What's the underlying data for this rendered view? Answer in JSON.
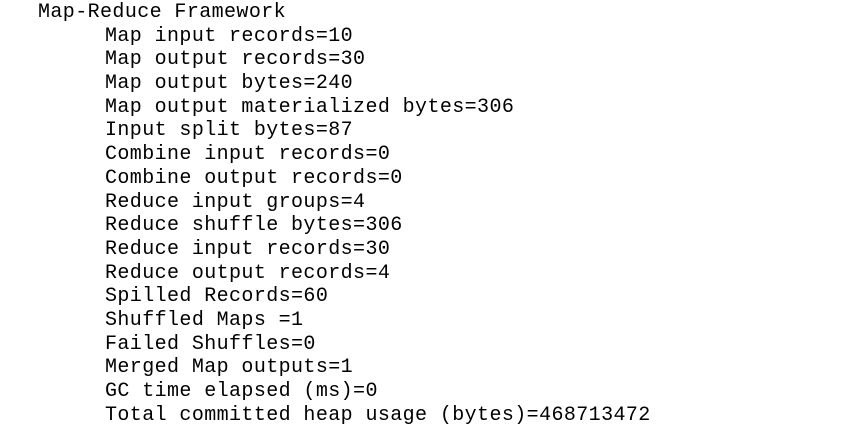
{
  "colors": {
    "background": "#ffffff",
    "text": "#000000"
  },
  "terminal": {
    "group_title": "Map-Reduce Framework",
    "counter_lines": [
      "Map input records=10",
      "Map output records=30",
      "Map output bytes=240",
      "Map output materialized bytes=306",
      "Input split bytes=87",
      "Combine input records=0",
      "Combine output records=0",
      "Reduce input groups=4",
      "Reduce shuffle bytes=306",
      "Reduce input records=30",
      "Reduce output records=4",
      "Spilled Records=60",
      "Shuffled Maps =1",
      "Failed Shuffles=0",
      "Merged Map outputs=1",
      "GC time elapsed (ms)=0",
      "Total committed heap usage (bytes)=468713472"
    ]
  }
}
